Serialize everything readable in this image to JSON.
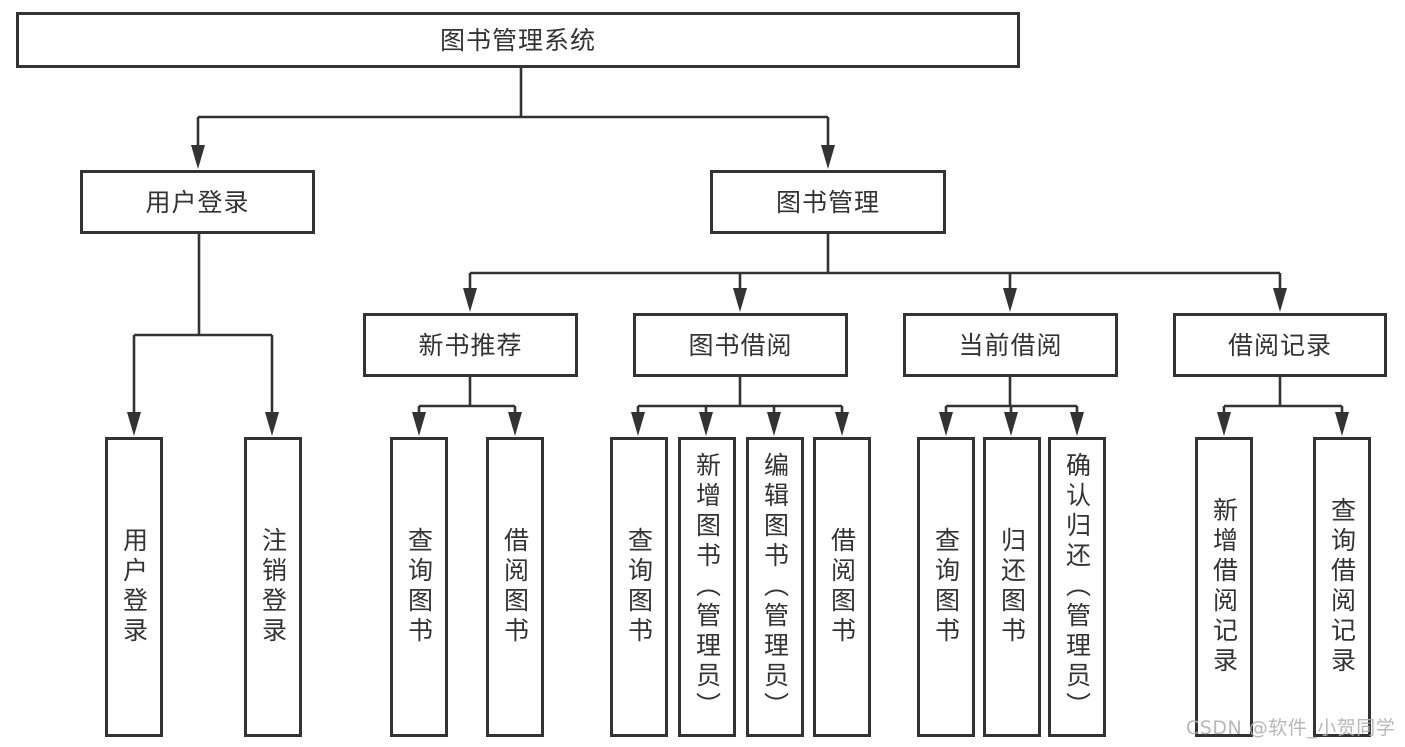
{
  "diagram": {
    "type": "tree",
    "root": {
      "label": "图书管理系统"
    },
    "level2": [
      {
        "label": "用户登录"
      },
      {
        "label": "图书管理"
      }
    ],
    "level3": [
      {
        "label": "新书推荐",
        "parent": "图书管理"
      },
      {
        "label": "图书借阅",
        "parent": "图书管理"
      },
      {
        "label": "当前借阅",
        "parent": "图书管理"
      },
      {
        "label": "借阅记录",
        "parent": "图书管理"
      }
    ],
    "leaves": [
      {
        "label": "用户登录",
        "parent": "用户登录"
      },
      {
        "label": "注销登录",
        "parent": "用户登录"
      },
      {
        "label": "查询图书",
        "parent": "新书推荐"
      },
      {
        "label": "借阅图书",
        "parent": "新书推荐"
      },
      {
        "label": "查询图书",
        "parent": "图书借阅"
      },
      {
        "label": "新增图书（管理员）",
        "parent": "图书借阅"
      },
      {
        "label": "编辑图书（管理员）",
        "parent": "图书借阅"
      },
      {
        "label": "借阅图书",
        "parent": "图书借阅"
      },
      {
        "label": "查询图书",
        "parent": "当前借阅"
      },
      {
        "label": "归还图书",
        "parent": "当前借阅"
      },
      {
        "label": "确认归还（管理员）",
        "parent": "当前借阅"
      },
      {
        "label": "新增借阅记录",
        "parent": "借阅记录"
      },
      {
        "label": "查询借阅记录",
        "parent": "借阅记录"
      }
    ]
  },
  "watermark": {
    "text": "CSDN @软件_小贺同学"
  },
  "colors": {
    "line": "#333333",
    "text": "#333333",
    "box_fill": "#ffffff",
    "background": "#ffffff",
    "watermark": "#b0b0b0"
  }
}
